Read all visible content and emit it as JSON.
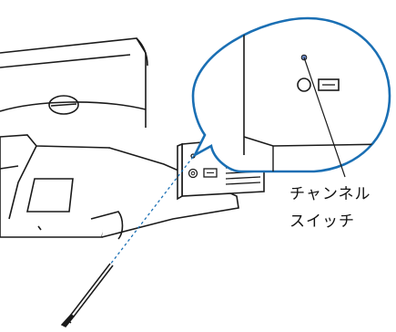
{
  "figure": {
    "callout": {
      "line1": "チャンネル",
      "line2": "スイッチ"
    },
    "colors": {
      "outline": "#1a1a1a",
      "accent": "#1a6fb4",
      "background": "#ffffff"
    },
    "components": [
      "stand-base",
      "monitor-back-panel",
      "vent-slots",
      "audio-port",
      "channel-switch",
      "magnifier-bubble",
      "pointing-stylus"
    ]
  }
}
